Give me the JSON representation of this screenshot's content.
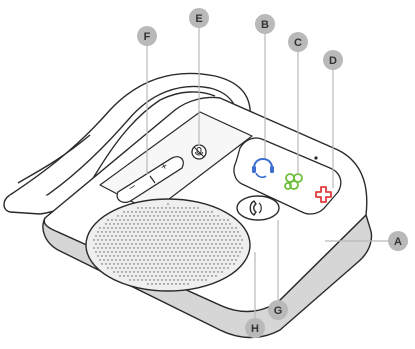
{
  "callouts": {
    "a": "A",
    "b": "B",
    "c": "C",
    "d": "D",
    "e": "E",
    "f": "F",
    "g": "G",
    "h": "H"
  },
  "buttons": {
    "volume_minus": "–",
    "volume_plus": "+"
  },
  "colors": {
    "callout_fill": "#b9b9b9",
    "outline": "#2a2a2a",
    "speaker_fill": "#efefef",
    "headset_icon": "#3c6fd1",
    "device_icon": "#6cbf3a",
    "cross_icon": "#e23b3b"
  },
  "icons": {
    "a": "callout-a",
    "b": "headset-icon",
    "c": "devices-icon",
    "d": "cross-icon",
    "e": "microphone-mute-icon",
    "f": "volume-rocker",
    "g": "call-icon",
    "h": "speaker-grille"
  }
}
